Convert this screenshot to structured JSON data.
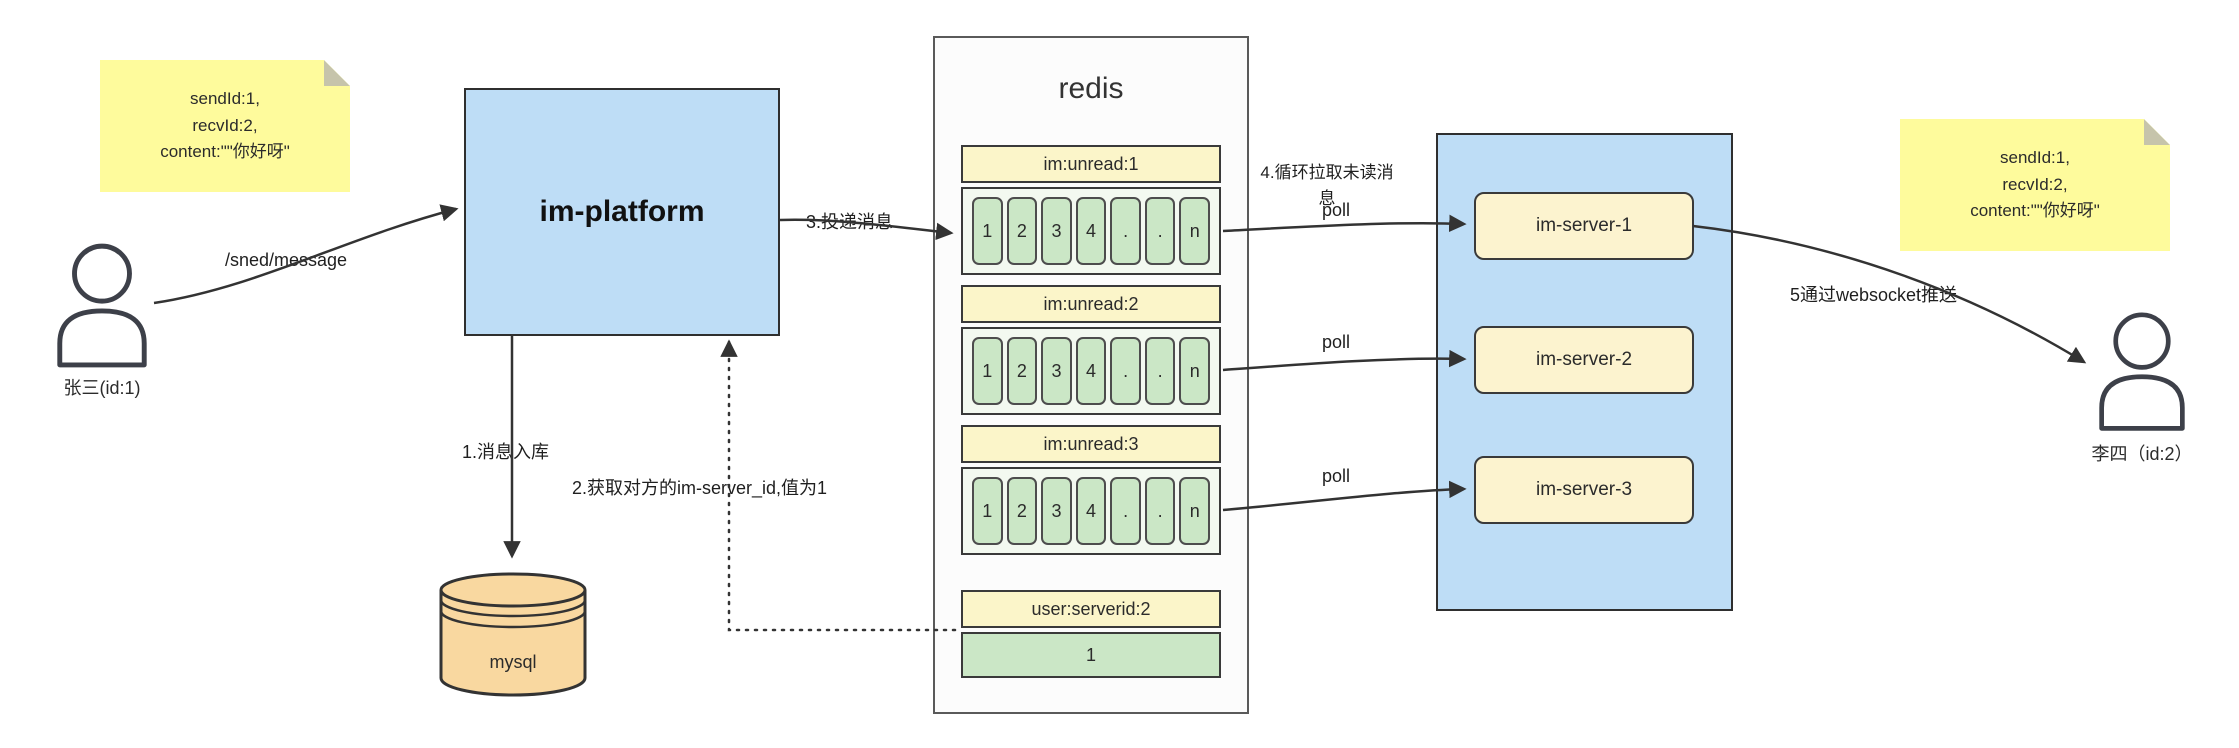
{
  "notes": {
    "left": {
      "line1": "sendId:1,",
      "line2": "recvId:2,",
      "line3": "content:\"\"你好呀\""
    },
    "right": {
      "line1": "sendId:1,",
      "line2": "recvId:2,",
      "line3": "content:\"\"你好呀\""
    }
  },
  "actors": {
    "sender": {
      "name": "张三(id:1)"
    },
    "receiver": {
      "name": "李四（id:2）"
    }
  },
  "platform": {
    "label": "im-platform"
  },
  "db": {
    "label": "mysql"
  },
  "redis": {
    "title": "redis",
    "queues": [
      {
        "name": "im:unread:1",
        "cells": [
          "1",
          "2",
          "3",
          "4",
          ".",
          ".",
          "n"
        ]
      },
      {
        "name": "im:unread:2",
        "cells": [
          "1",
          "2",
          "3",
          "4",
          ".",
          ".",
          "n"
        ]
      },
      {
        "name": "im:unread:3",
        "cells": [
          "1",
          "2",
          "3",
          "4",
          ".",
          ".",
          "n"
        ]
      }
    ],
    "mapping": {
      "name": "user:serverid:2",
      "value": "1"
    }
  },
  "servers": {
    "items": [
      {
        "label": "im-server-1"
      },
      {
        "label": "im-server-2"
      },
      {
        "label": "im-server-3"
      }
    ]
  },
  "flows": {
    "send_message": "/sned/message",
    "step1": "1.消息入库",
    "step2": "2.获取对方的im-server_id,值为1",
    "step3": "3.投递消息",
    "step4": "4.循环拉取未读消息",
    "step5": "5通过websocket推送",
    "polls": [
      "poll",
      "poll",
      "poll"
    ]
  },
  "colors": {
    "note": "#FEFB9C",
    "platform": "#BEDDF6",
    "server_panel": "#BEDDF6",
    "server_box": "#FCF3CF",
    "queue_header": "#FBF5C9",
    "queue_cell": "#CBE7C6",
    "db_cylinder": "#F9D8A0",
    "arrow": "#333333"
  }
}
